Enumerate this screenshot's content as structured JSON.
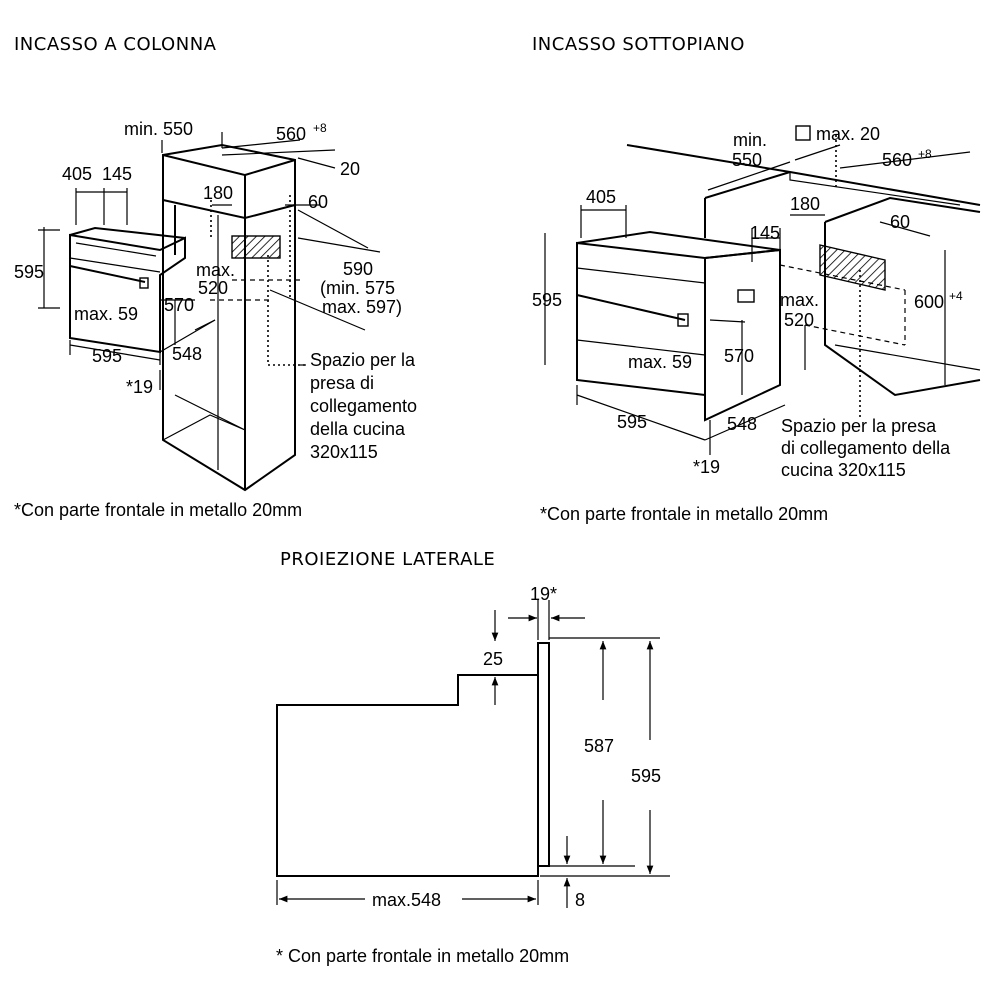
{
  "column": {
    "title": "INCASSO A COLONNA",
    "dims": {
      "min550": "min. 550",
      "w560": "560",
      "w560_tol": "+8",
      "d20": "20",
      "d405": "405",
      "d145": "145",
      "d180": "180",
      "d60": "60",
      "h595": "595",
      "max520_a": "max.",
      "max520_b": "520",
      "h590": "590",
      "min575": "(min. 575",
      "max597": "max. 597)",
      "max59": "max. 59",
      "d570": "570",
      "w595": "595",
      "d548": "548",
      "star19": "*19"
    },
    "socket_note": [
      "Spazio per la",
      "presa di",
      "collegamento",
      "della cucina",
      "320x115"
    ],
    "footnote": "*Con parte frontale in metallo 20mm"
  },
  "under": {
    "title": "INCASSO SOTTOPIANO",
    "dims": {
      "min": "min.",
      "d550": "550",
      "max20": "max. 20",
      "w560": "560",
      "w560_tol": "+8",
      "d405": "405",
      "d180": "180",
      "d145": "145",
      "d60": "60",
      "h595": "595",
      "max520_a": "max.",
      "max520_b": "520",
      "h600": "600",
      "h600_tol": "+4",
      "max59": "max. 59",
      "d570": "570",
      "w595": "595",
      "d548": "548",
      "star19": "*19"
    },
    "socket_note": [
      "Spazio per la presa",
      "di collegamento della",
      "cucina 320x115"
    ],
    "footnote": "*Con parte frontale in metallo 20mm"
  },
  "side": {
    "title": "PROIEZIONE LATERALE",
    "dims": {
      "d19": "19*",
      "d25": "25",
      "d587": "587",
      "d595": "595",
      "max548": "max.548",
      "d8": "8"
    },
    "footnote": "* Con parte frontale in metallo 20mm"
  }
}
